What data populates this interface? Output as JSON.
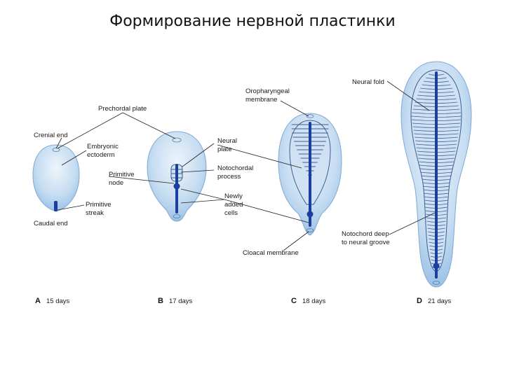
{
  "title": "Формирование нервной пластинки",
  "colors": {
    "embryo_fill_light": "#e6f0fb",
    "embryo_fill_dark": "#9cc2e7",
    "notochord": "#1a3f9e",
    "plate_lines": "#3a5f95"
  },
  "labels": {
    "cranial_end": "Crenial end",
    "prechordal_plate": "Prechordal plate",
    "embryonic_ectoderm_1": "Embryonic",
    "embryonic_ectoderm_2": "ectoderm",
    "primitive_node_1": "Primitive",
    "primitive_node_2": "node",
    "primitive_streak_1": "Primitive",
    "primitive_streak_2": "streak",
    "caudal_end": "Caudal end",
    "neural_plate_1": "Neural",
    "neural_plate_2": "plate",
    "notochordal_process_1": "Notochordal",
    "notochordal_process_2": "process",
    "newly_added_1": "Newly",
    "newly_added_2": "added",
    "newly_added_3": "cells",
    "oropharyngeal_1": "Oropharyngeal",
    "oropharyngeal_2": "membrane",
    "cloacal_membrane": "Cloacal membrane",
    "neural_fold": "Neural fold",
    "notochord_deep_1": "Notochord deep",
    "notochord_deep_2": "to neural groove"
  },
  "stages": [
    {
      "letter": "A",
      "days": "15 days"
    },
    {
      "letter": "B",
      "days": "17 days"
    },
    {
      "letter": "C",
      "days": "18 days"
    },
    {
      "letter": "D",
      "days": "21 days"
    }
  ]
}
